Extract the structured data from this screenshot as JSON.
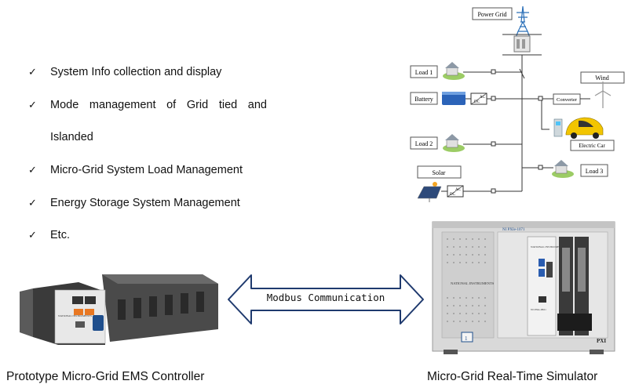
{
  "features": {
    "items": [
      {
        "check": "✓",
        "text": "System Info collection and display"
      },
      {
        "check": "✓",
        "text": "Mode management of Grid tied and"
      },
      {
        "check": "",
        "text": "Islanded"
      },
      {
        "check": "✓",
        "text": "Micro-Grid System Load Management"
      },
      {
        "check": "✓",
        "text": "Energy Storage System Management"
      },
      {
        "check": "✓",
        "text": "Etc."
      }
    ]
  },
  "diagram": {
    "power_grid": "Power Grid",
    "load1": "Load 1",
    "battery": "Battery",
    "load2": "Load 2",
    "solar": "Solar",
    "wind": "Wind",
    "converter": "Converter",
    "electric_car": "Electric Car",
    "load3": "Load 3",
    "dc": "DC",
    "ac": "AC"
  },
  "communication": {
    "label": "Modbus Communication"
  },
  "controller": {
    "caption": "Prototype Micro-Grid EMS Controller",
    "brand": "NATIONAL INSTRUMENTS"
  },
  "simulator": {
    "caption": "Micro-Grid Real-Time Simulator",
    "model": "NI PXIe-1071",
    "brand": "NATIONAL INSTRUMENTS",
    "pxi": "PXI",
    "slot_label": "NI PXIe-8821"
  },
  "colors": {
    "line": "#333333",
    "box_border": "#555555",
    "chassis": "#d9d9d9",
    "controller_dark": "#3a3a3a",
    "ni_blue": "#1f4e8c",
    "car_yellow": "#f2c500",
    "battery_blue": "#2b63b8"
  }
}
